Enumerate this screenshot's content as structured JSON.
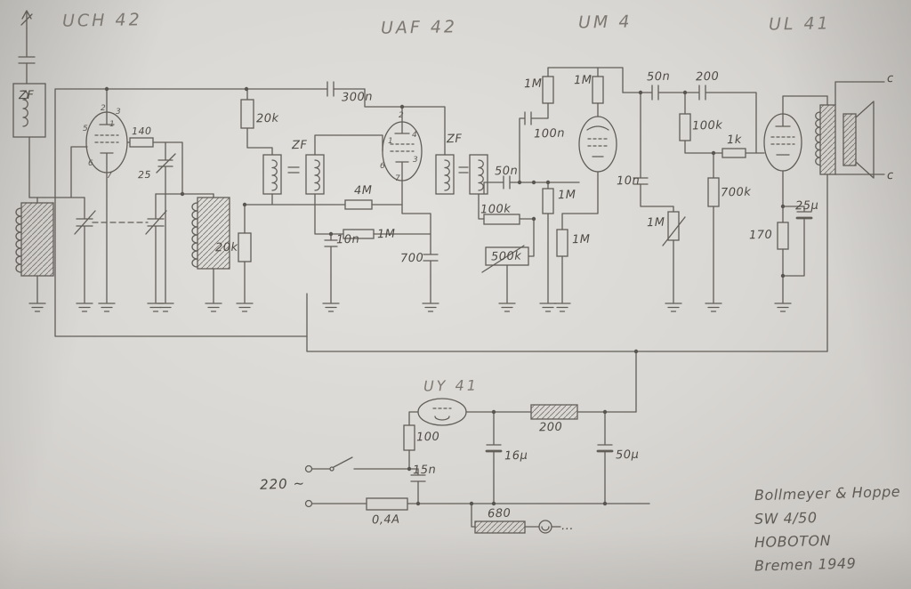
{
  "tubes": [
    {
      "id": "uch42",
      "label": "UCH 42",
      "pins": [
        "2",
        "3",
        "1",
        "5",
        "6",
        "7"
      ]
    },
    {
      "id": "uaf42",
      "label": "UAF 42",
      "pins": [
        "2",
        "4",
        "1",
        "3",
        "6",
        "7"
      ]
    },
    {
      "id": "um4",
      "label": "UM 4",
      "pins": []
    },
    {
      "id": "ul41",
      "label": "UL 41",
      "pins": []
    },
    {
      "id": "uy41",
      "label": "UY 41",
      "pins": []
    }
  ],
  "components": [
    {
      "id": "antenna-coil",
      "value": "ZF"
    },
    {
      "id": "padder",
      "value": "140"
    },
    {
      "id": "trimmer",
      "value": "25"
    },
    {
      "id": "screen-resistor",
      "value": "20k"
    },
    {
      "id": "decoupling-cap",
      "value": "300n"
    },
    {
      "id": "if-transformer-1",
      "value": "ZF"
    },
    {
      "id": "if-transformer-2",
      "value": "ZF"
    },
    {
      "id": "avc-resistor-a",
      "value": "4M"
    },
    {
      "id": "avc-resistor-b",
      "value": "1M"
    },
    {
      "id": "avc-cap",
      "value": "10n"
    },
    {
      "id": "cathode-cap",
      "value": "700"
    },
    {
      "id": "osc-grid-resistor",
      "value": "20k"
    },
    {
      "id": "detector-resistor",
      "value": "100k"
    },
    {
      "id": "volume-pot",
      "value": "500k"
    },
    {
      "id": "detector-cap",
      "value": "50n"
    },
    {
      "id": "eye-grid-resistor",
      "value": "1M"
    },
    {
      "id": "eye-cathode-resistor",
      "value": "1M"
    },
    {
      "id": "eye-top-resistor-a",
      "value": "1M"
    },
    {
      "id": "eye-top-resistor-b",
      "value": "1M"
    },
    {
      "id": "eye-cap",
      "value": "100n"
    },
    {
      "id": "af-coupling-cap-a",
      "value": "50n"
    },
    {
      "id": "af-coupling-cap-b",
      "value": "200"
    },
    {
      "id": "af-grid-resistor",
      "value": "100k"
    },
    {
      "id": "stopper-resistor",
      "value": "1k"
    },
    {
      "id": "tone-cap",
      "value": "10n"
    },
    {
      "id": "grid-leak-resistor",
      "value": "700k"
    },
    {
      "id": "af-pot",
      "value": "1M"
    },
    {
      "id": "cathode-resistor",
      "value": "170"
    },
    {
      "id": "cathode-electrolytic",
      "value": "25μ"
    },
    {
      "id": "speaker-terminal-top",
      "value": "c"
    },
    {
      "id": "speaker-terminal-bottom",
      "value": "c"
    },
    {
      "id": "surge-resistor",
      "value": "100"
    },
    {
      "id": "filter-resistor",
      "value": "200"
    },
    {
      "id": "filter-cap-a",
      "value": "16μ"
    },
    {
      "id": "filter-cap-b",
      "value": "50μ"
    },
    {
      "id": "mains-cap",
      "value": "15n"
    },
    {
      "id": "fuse",
      "value": "0,4A"
    },
    {
      "id": "heater-dropper",
      "value": "680"
    },
    {
      "id": "heater-chain-dots",
      "value": "..."
    }
  ],
  "power": {
    "mains": "220 ~"
  },
  "annotation": {
    "lines": [
      "Bollmeyer & Hoppe",
      "SW 4/50",
      "HOBOTON",
      "Bremen 1949"
    ]
  }
}
